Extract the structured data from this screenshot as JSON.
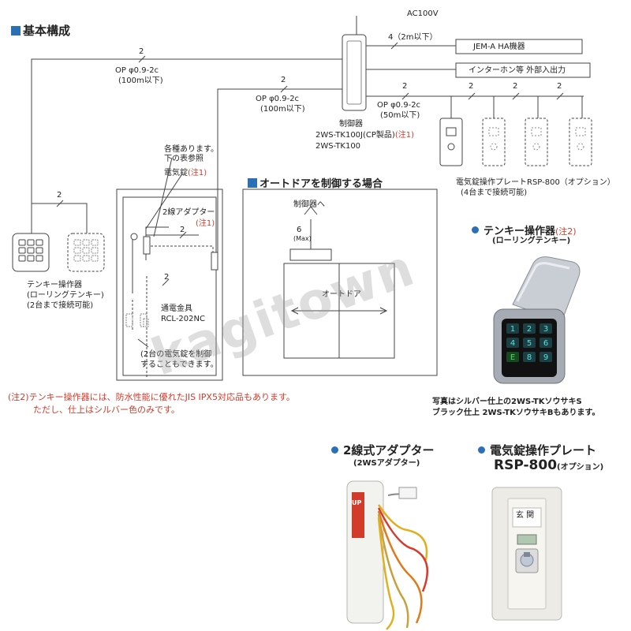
{
  "section_title": "基本構成",
  "power": "AC100V",
  "cable_main": {
    "count": "2",
    "spec": "OP φ0.9-2c",
    "length": "(100m以下)"
  },
  "cable_mid": {
    "count": "2",
    "spec": "OP φ0.9-2c",
    "length": "(100m以下)"
  },
  "cable_plate": {
    "count": "2",
    "spec": "OP φ0.9-2c",
    "length": "(50m以下)"
  },
  "cable_jem": "4（2m以下）",
  "jem_box": "JEM-A HA機器",
  "intercom_box": "インターホン等 外部入出力",
  "plate_counts": [
    "2",
    "2",
    "2"
  ],
  "controller": {
    "label": "制御器",
    "line1": "2WS-TK100J(CP製品)",
    "note1": "(注1)",
    "line2": "2WS-TK100"
  },
  "plate_caption": {
    "line1": "電気錠操作プレートRSP-800（オプション）",
    "line2": "(4台まで接続可能)"
  },
  "keypad_caption": {
    "count": "2",
    "line1": "テンキー操作器",
    "line2": "(ローリングテンキー)",
    "line3": "(2台まで接続可能)"
  },
  "door_labels": {
    "types_note1": "各種あります。",
    "types_note2": "下の表参照",
    "lock": "電気錠",
    "lock_note": "(注1)",
    "adapter": "2線アダプター",
    "adapter_note": "(注1)",
    "count1": "2",
    "count2": "2",
    "hinge1": "通電金具",
    "hinge2": "RCL-202NC",
    "two_locks1": "(2台の電気錠を制御",
    "two_locks2": "することもできます。"
  },
  "autodoor": {
    "title": "オートドアを制御する場合",
    "to_controller": "制御器へ",
    "count": "6",
    "max": "(Max)",
    "door": "オートドア"
  },
  "notes": {
    "line1": "(注2)テンキー操作器には、防水性能に優れたJIS IPX5対応品もあります。",
    "line2": "ただし、仕上はシルバー色のみです。"
  },
  "keypad_product": {
    "title": "テンキー操作器",
    "title_note": "(注2)",
    "subtitle": "(ローリングテンキー)",
    "caption1": "写真はシルバー仕上の2WS-TKソウサキS",
    "caption2": "ブラック仕上 2WS-TKソウサキBもあります。"
  },
  "adapter_product": {
    "title": "2線式アダプター",
    "subtitle": "(2WSアダプター)",
    "up_label": "UP"
  },
  "plate_product": {
    "title": "電気錠操作プレート",
    "model": "RSP-800",
    "option": "(オプション)",
    "key_label": "玄 関"
  },
  "watermark": "kagitown",
  "colors": {
    "accent": "#2b6fb5",
    "note_red": "#d23a2a"
  }
}
